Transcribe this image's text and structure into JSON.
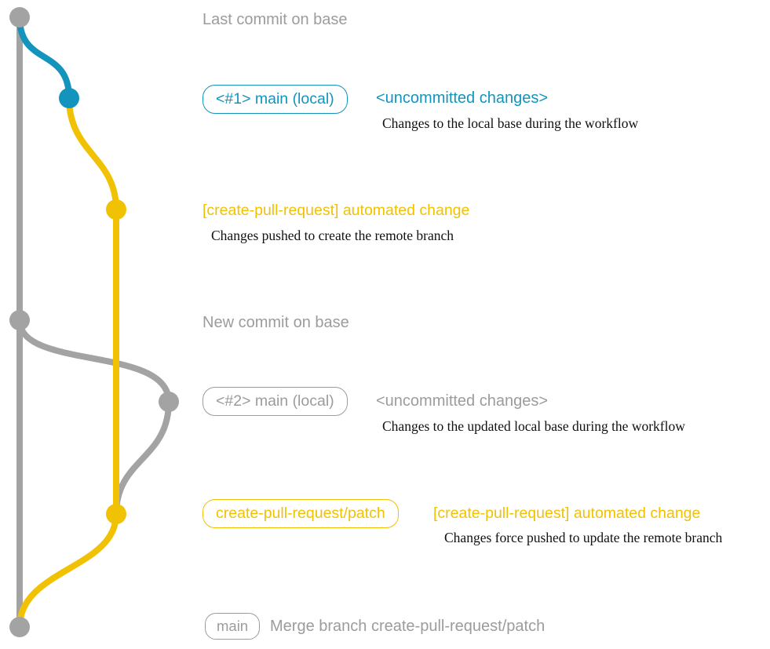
{
  "colors": {
    "bg": "#ffffff",
    "gray": "#a3a3a3",
    "gray_text": "#9c9c9c",
    "blue": "#1294bd",
    "yellow": "#f1c103",
    "ink": "#111111"
  },
  "labels": {
    "last_commit": "Last commit on base",
    "new_commit": "New commit on base"
  },
  "rows": {
    "local1": {
      "badge": "<#1> main (local)",
      "status": "<uncommitted changes>",
      "note": "Changes to the local base during the workflow"
    },
    "push1": {
      "title": "[create-pull-request] automated change",
      "note": "Changes pushed to create the remote branch"
    },
    "local2": {
      "badge": "<#2> main (local)",
      "status": "<uncommitted changes>",
      "note": "Changes to the updated local base during the workflow"
    },
    "push2": {
      "badge": "create-pull-request/patch",
      "title": "[create-pull-request] automated change",
      "note": "Changes force pushed to update the remote branch"
    },
    "merge": {
      "badge": "main",
      "label": "Merge branch create-pull-request/patch"
    }
  }
}
